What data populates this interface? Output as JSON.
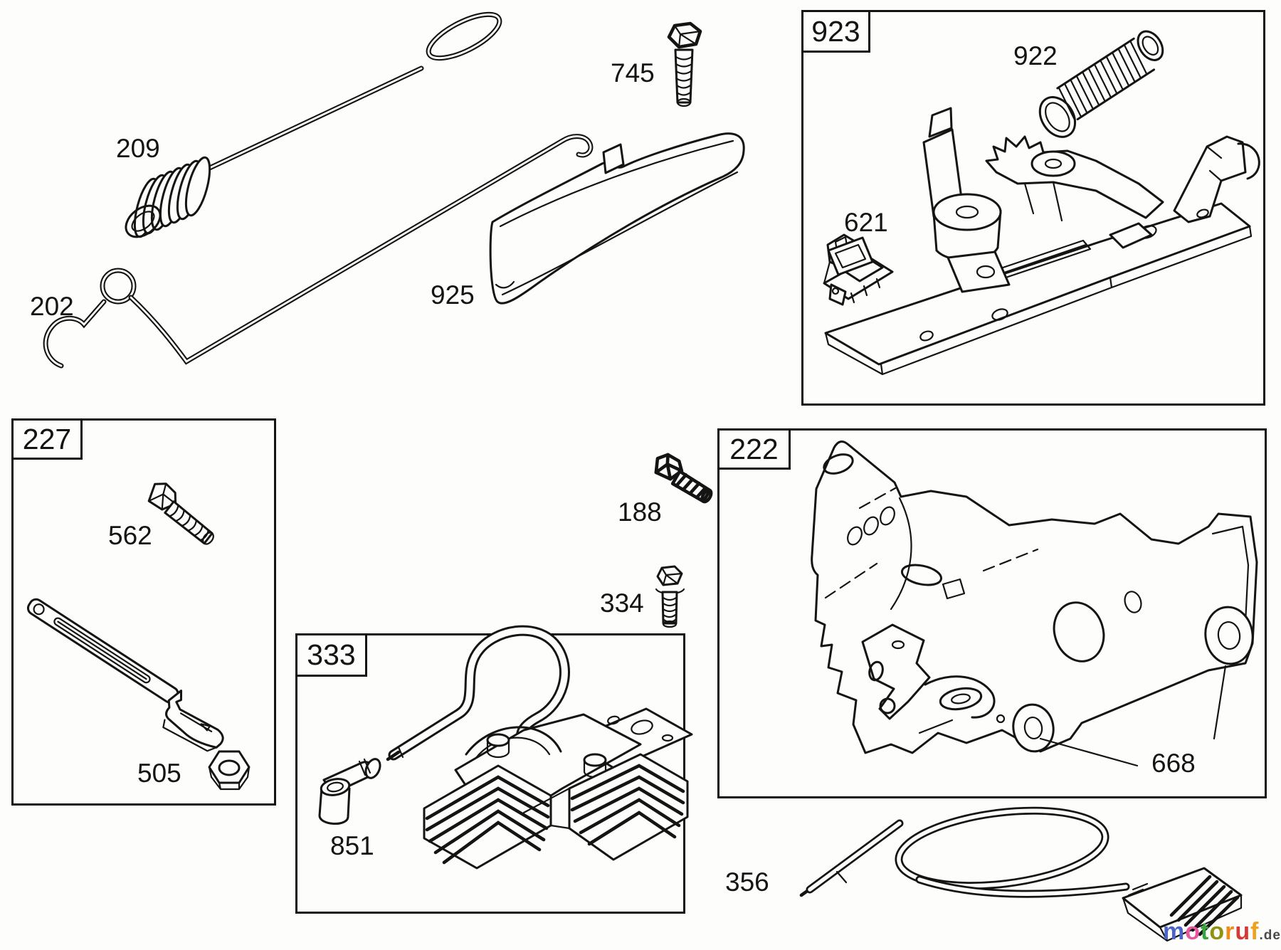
{
  "canvas": {
    "background": "#fdfdfb",
    "ink": "#141414"
  },
  "part_labels": [
    {
      "id": "209",
      "text": "209",
      "kind": "extension-spring"
    },
    {
      "id": "202",
      "text": "202",
      "kind": "link-rod"
    },
    {
      "id": "745",
      "text": "745",
      "kind": "hex-flange-screw"
    },
    {
      "id": "925",
      "text": "925",
      "kind": "cover"
    },
    {
      "id": "922",
      "text": "922",
      "kind": "spring"
    },
    {
      "id": "621",
      "text": "621",
      "kind": "clip"
    },
    {
      "id": "562",
      "text": "562",
      "kind": "screw"
    },
    {
      "id": "505",
      "text": "505",
      "kind": "nut"
    },
    {
      "id": "188",
      "text": "188",
      "kind": "screw"
    },
    {
      "id": "334",
      "text": "334",
      "kind": "screw"
    },
    {
      "id": "851",
      "text": "851",
      "kind": "spark-plug-boot"
    },
    {
      "id": "668",
      "text": "668",
      "kind": "grommet"
    },
    {
      "id": "356",
      "text": "356",
      "kind": "cable-with-connector"
    }
  ],
  "group_boxes": [
    {
      "id": "923",
      "label": "923"
    },
    {
      "id": "227",
      "label": "227"
    },
    {
      "id": "333",
      "label": "333"
    },
    {
      "id": "222",
      "label": "222"
    }
  ],
  "watermark": {
    "letters": [
      {
        "ch": "m",
        "color": "#4a63c8"
      },
      {
        "ch": "o",
        "color": "#e8559c"
      },
      {
        "ch": "t",
        "color": "#3aa23f"
      },
      {
        "ch": "o",
        "color": "#8f9312"
      },
      {
        "ch": "r",
        "color": "#ef8a1d"
      },
      {
        "ch": "u",
        "color": "#d33a35"
      },
      {
        "ch": "f",
        "color": "#f0a21f"
      }
    ],
    "suffix": ".de",
    "suffix_color": "#4a4a4a"
  }
}
